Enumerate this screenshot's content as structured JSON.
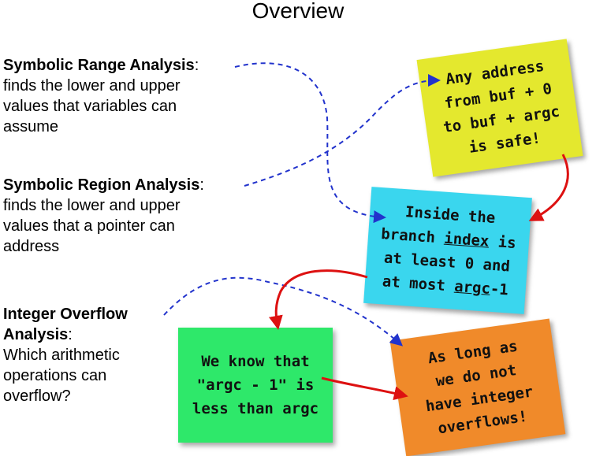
{
  "title": "Overview",
  "analyses": [
    {
      "heading": "Symbolic Range Analysis",
      "suffix": ":",
      "description_lines": [
        "finds the lower and upper",
        "values that variables can",
        "assume"
      ]
    },
    {
      "heading": "Symbolic Region Analysis",
      "suffix": ":",
      "description_lines": [
        "finds the lower and upper",
        "values that a pointer can",
        "address"
      ]
    },
    {
      "heading_lines": [
        "Integer Overflow",
        "Analysis"
      ],
      "suffix": ":",
      "description_lines": [
        "Which arithmetic",
        "operations can",
        "overflow?"
      ]
    }
  ],
  "notes": {
    "yellow": {
      "lines": [
        "Any address",
        "from buf + 0",
        "to buf + argc",
        "is safe!"
      ],
      "color": "#e4e82e"
    },
    "cyan": {
      "line1": "Inside the",
      "line2_pre": "branch ",
      "line2_u": "index",
      "line2_post": " is",
      "line3": "at least 0 and",
      "line4_pre": "at most ",
      "line4_u": "argc",
      "line4_post": "-1",
      "color": "#3ad6ee"
    },
    "green": {
      "lines": [
        "We know that",
        "\"argc - 1\" is",
        "less than argc"
      ],
      "color": "#2ee86a"
    },
    "orange": {
      "lines": [
        "As long as",
        "we do not",
        "have integer",
        "overflows!"
      ],
      "color": "#f08a2a"
    }
  },
  "colors": {
    "dashed_arrow": "#2233cc",
    "solid_arrow": "#dd1111"
  }
}
